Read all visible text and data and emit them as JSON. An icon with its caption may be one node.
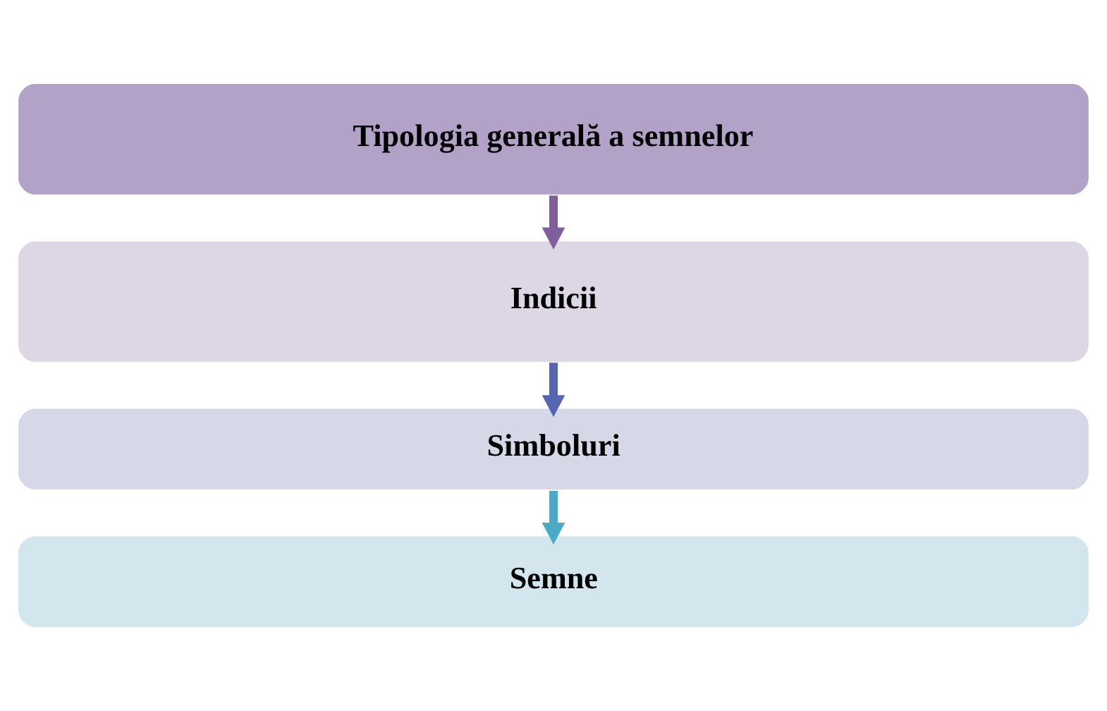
{
  "diagram": {
    "nodes": [
      {
        "text": [
          "Tipologia generală a semnelor"
        ]
      },
      {
        "text": [
          "Indicii"
        ]
      },
      {
        "text": [
          "Simboluri"
        ]
      },
      {
        "text": [
          "Semne"
        ]
      }
    ],
    "edges": [
      {
        "from": 0,
        "to": 1,
        "arrow": "to",
        "color": "#7e5f9c"
      },
      {
        "from": 1,
        "to": 2,
        "arrow": "to",
        "color": "#5765b0"
      },
      {
        "from": 2,
        "to": 3,
        "arrow": "to",
        "color": "#4aabc6"
      }
    ]
  }
}
